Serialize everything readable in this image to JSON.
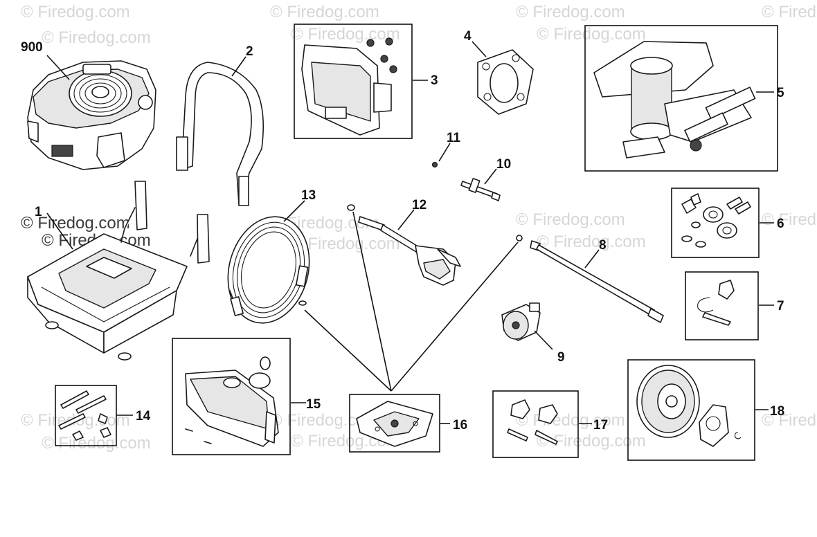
{
  "watermark": "© Firedog.com",
  "callouts": {
    "engine": "900",
    "frame": "1",
    "handle": "2",
    "control_panel": "3",
    "bracket": "4",
    "pump": "5",
    "pump_hardware": "6",
    "clip_kit": "7",
    "extension_wand": "8",
    "nozzle": "9",
    "shaft": "10",
    "small_ball": "11",
    "spray_gun": "12",
    "hose": "13",
    "frame_hardware": "14",
    "tank": "15",
    "base_plate": "16",
    "knob_kit": "17",
    "wheel_kit": "18"
  }
}
